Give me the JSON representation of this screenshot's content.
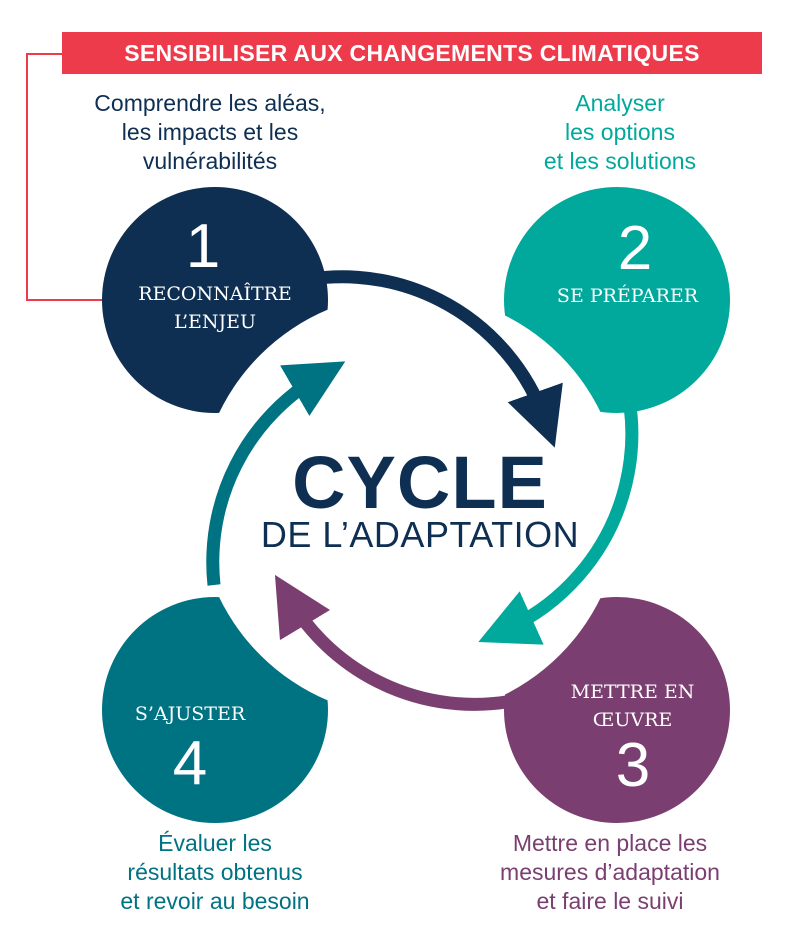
{
  "banner": {
    "text": "SENSIBILISER AUX CHANGEMENTS CLIMATIQUES"
  },
  "center": {
    "title": "CYCLE",
    "subtitle": "DE L’ADAPTATION"
  },
  "steps": [
    {
      "number": "1",
      "label": "RECONNAÎTRE\nL’ENJEU",
      "description": "Comprendre les aléas,\nles impacts et les\nvulnérabilités",
      "color": "#0e2f52"
    },
    {
      "number": "2",
      "label": "SE PRÉPARER",
      "description": "Analyser\nles options\net les solutions",
      "color": "#00a99c"
    },
    {
      "number": "3",
      "label": "METTRE EN\nŒUVRE",
      "description": "Mettre en place les\nmesures d’adaptation\net faire le suivi",
      "color": "#7a3f70"
    },
    {
      "number": "4",
      "label": "S’AJUSTER",
      "description": "Évaluer les\nrésultats obtenus\net revoir au besoin",
      "color": "#007383"
    }
  ],
  "colors": {
    "banner": "#ee3b4c",
    "connector": "#ee3b4c"
  }
}
